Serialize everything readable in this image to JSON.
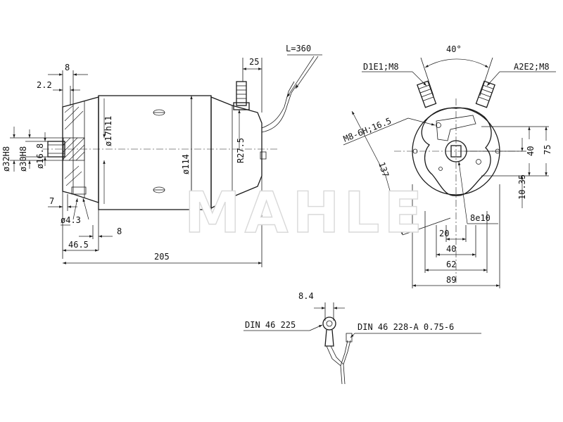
{
  "watermark": "MAHLE",
  "side_view": {
    "dim_8_top": "8",
    "dim_2_2": "2.2",
    "dim_25": "25",
    "dim_L360": "L=360",
    "dim_d17h11": "ø17h11",
    "dim_d114": "ø114",
    "dim_R27_5": "R27.5",
    "dim_d32H8": "ø32H8",
    "dim_d30H8": "ø30H8",
    "dim_d16_8": "ø16.8",
    "dim_7": "7",
    "dim_d4_3": "ø4.3",
    "dim_8_bottom": "8",
    "dim_46_5": "46.5",
    "dim_205": "205"
  },
  "front_view": {
    "dim_40deg": "40°",
    "label_D1E1": "D1E1;M8",
    "label_A2E2": "A2E2;M8",
    "label_M8_6H": "M8-6H;16.5",
    "dim_137": "137",
    "dim_40_v": "40",
    "dim_75": "75",
    "dim_10_35": "10.35",
    "dim_8e10": "8e10",
    "dim_20": "20",
    "dim_40_h": "40",
    "dim_62": "62",
    "dim_89": "89"
  },
  "connector": {
    "dim_8_4": "8.4",
    "label_din_46225": "DIN 46 225",
    "label_din_46228": "DIN 46 228-A 0.75-6"
  }
}
